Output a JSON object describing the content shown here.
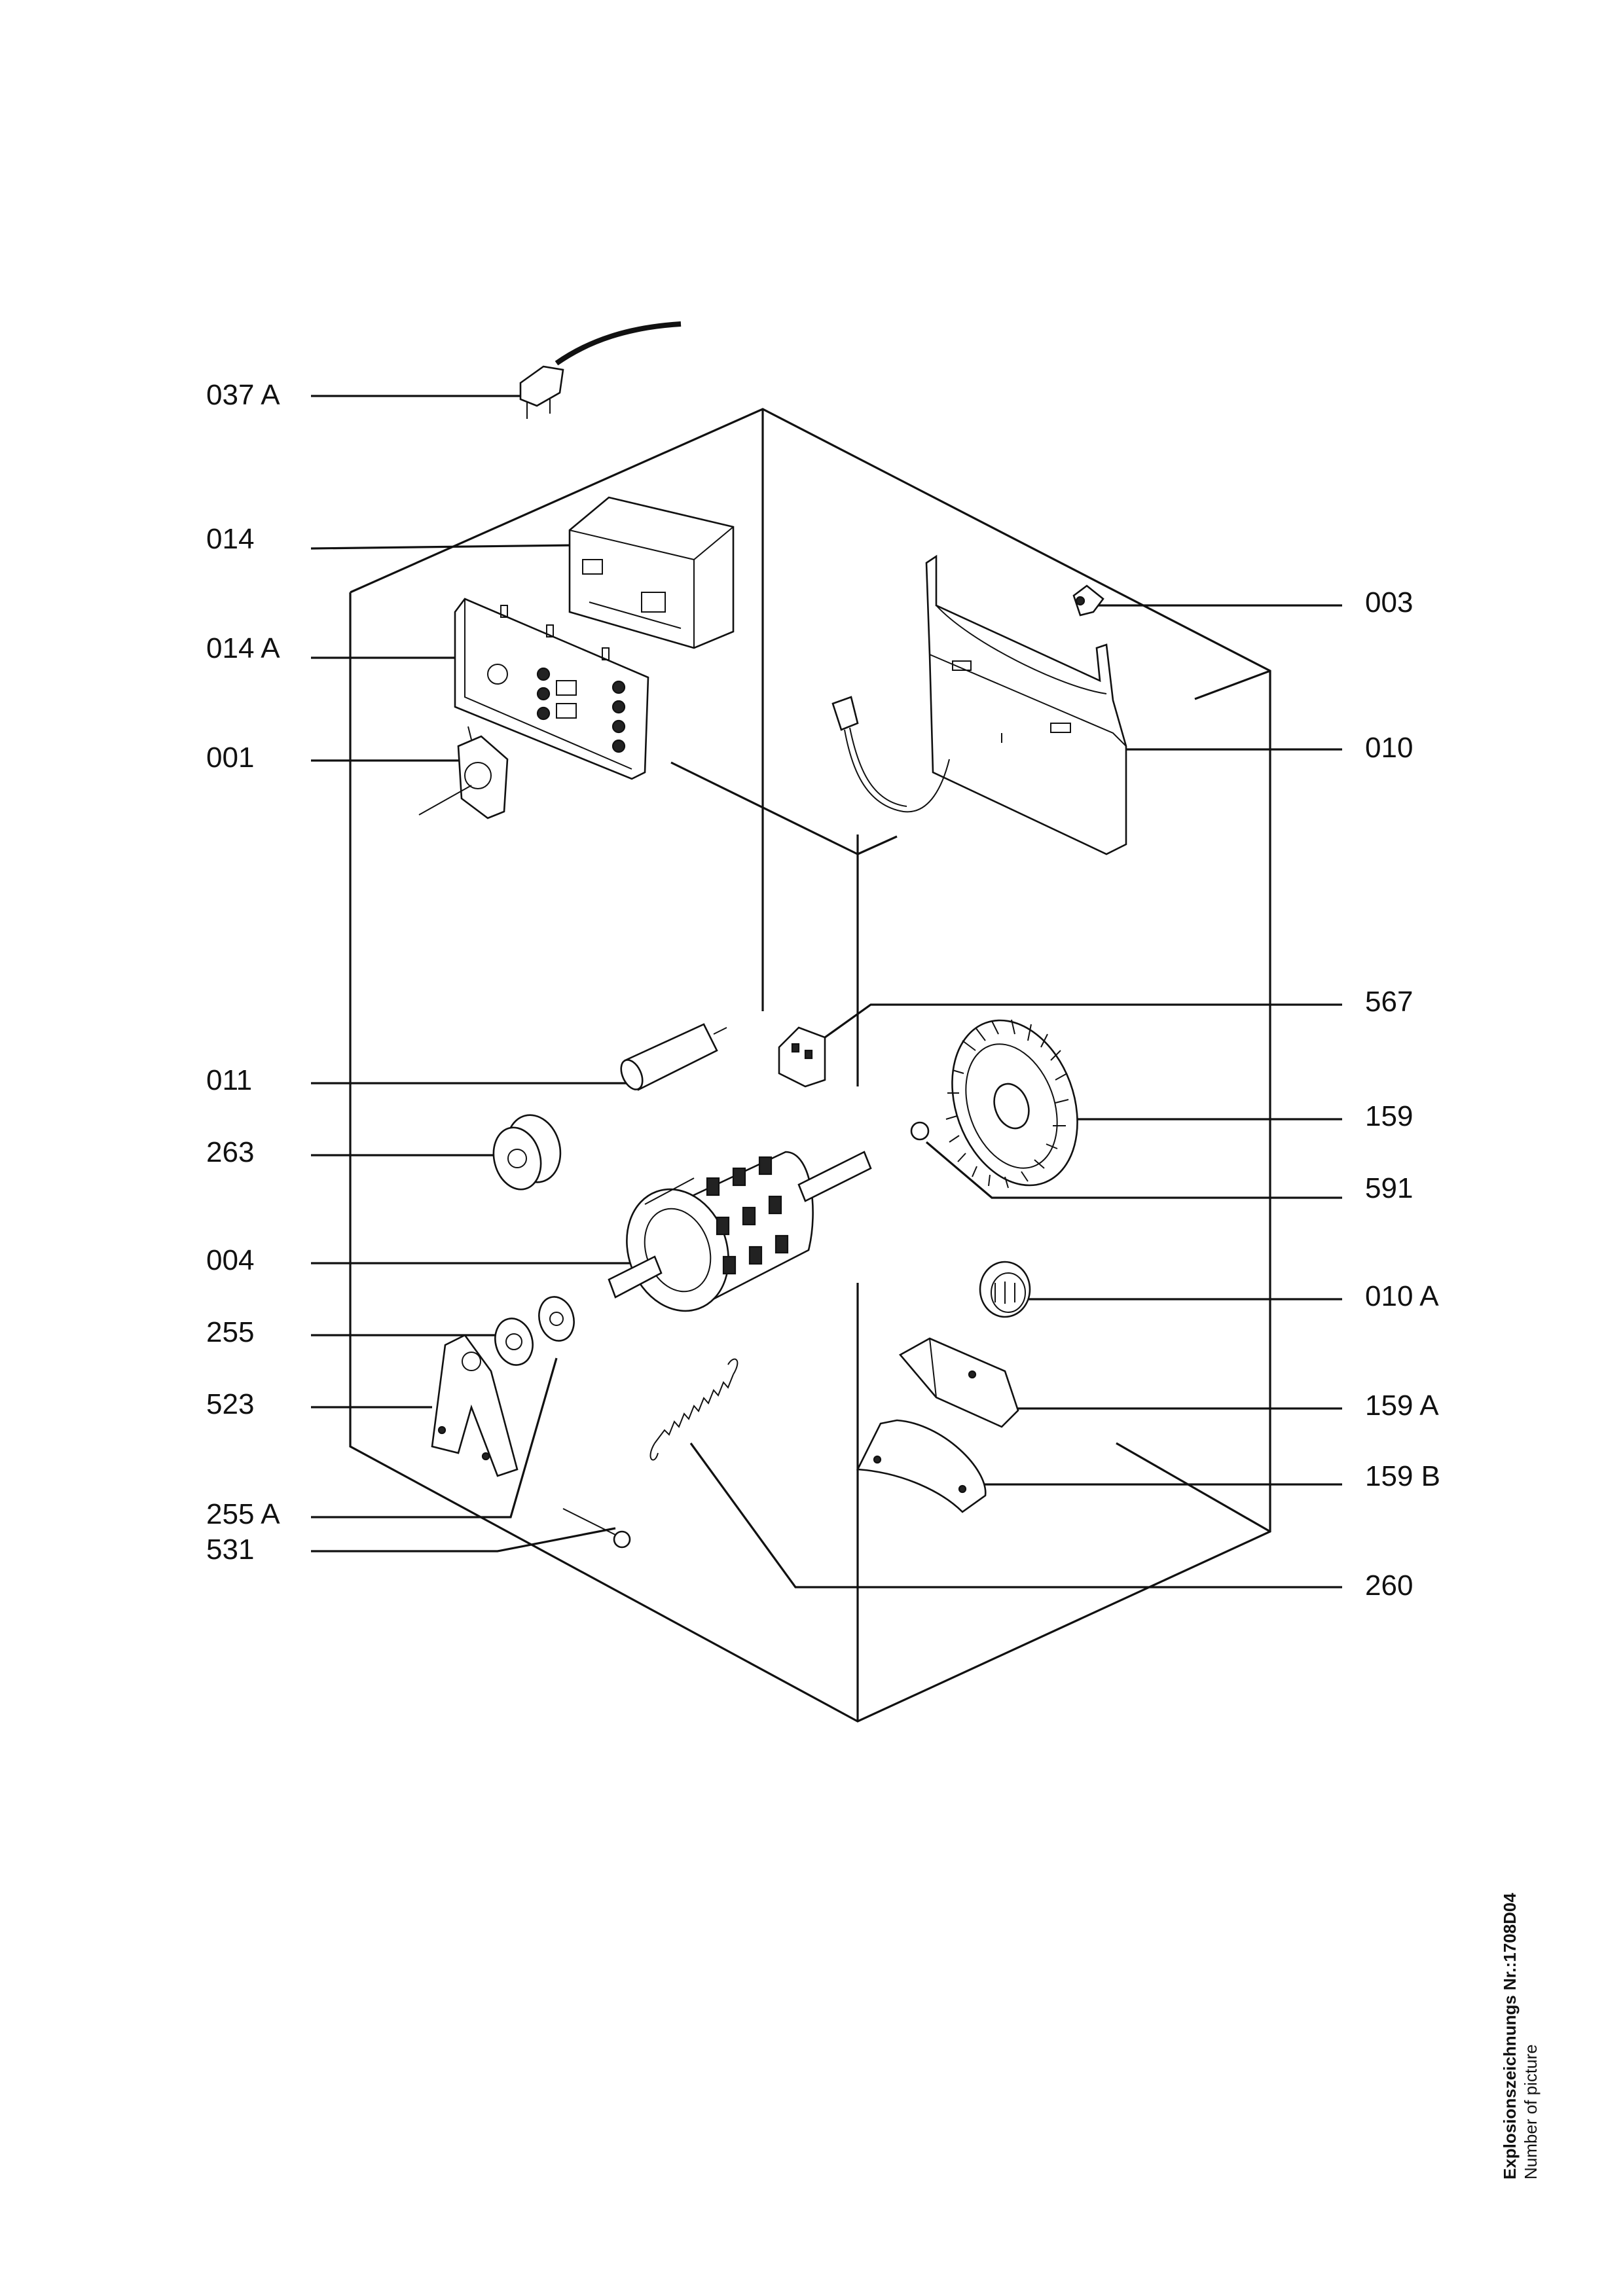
{
  "callouts": {
    "c037A": "037 A",
    "c014": "014",
    "c014A": "014 A",
    "c001": "001",
    "c011": "011",
    "c263": "263",
    "c004": "004",
    "c255": "255",
    "c523": "523",
    "c255A": "255 A",
    "c531": "531",
    "c003": "003",
    "c010": "010",
    "c567": "567",
    "c159": "159",
    "c591": "591",
    "c010A": "010 A",
    "c159A": "159 A",
    "c159B": "159 B",
    "c260": "260"
  },
  "caption": {
    "title": "Explosionszeichnungs Nr.:1708D04",
    "subtitle": "Number of picture"
  }
}
